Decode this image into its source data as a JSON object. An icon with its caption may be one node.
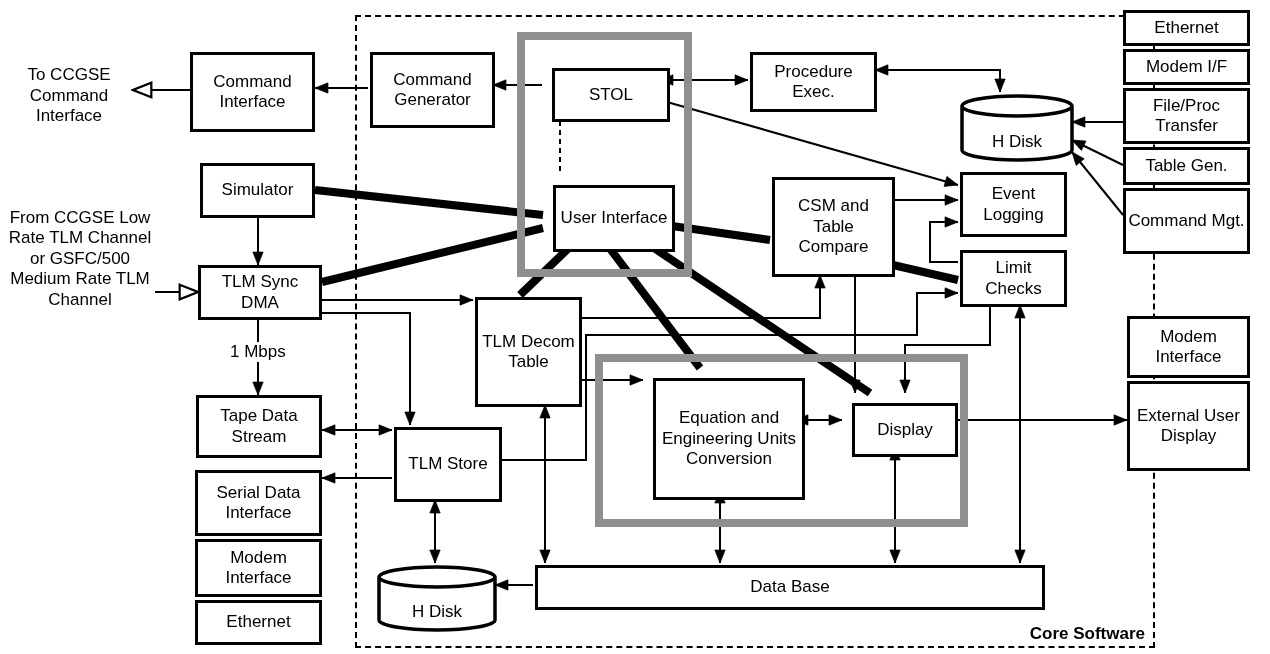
{
  "diagram": {
    "nodes": [
      {
        "text": [
          "Core Software"
        ]
      },
      {
        "text": [
          "To CCGSE Command Interface"
        ]
      },
      {
        "text": [
          "Command Interface"
        ]
      },
      {
        "text": [
          "Command Generator"
        ],
        "in": 0
      },
      {
        "text": [],
        "shape": "box",
        "in": 0
      },
      {
        "text": [
          "STOL"
        ],
        "in": 4
      },
      {
        "text": [
          "User Interface"
        ],
        "in": 4
      },
      {
        "text": [
          "Procedure Exec."
        ],
        "in": 0
      },
      {
        "text": [
          "H Disk"
        ],
        "in": 0
      },
      {
        "text": [
          "Ethernet"
        ]
      },
      {
        "text": [
          "Modem I/F"
        ]
      },
      {
        "text": [
          "File/Proc Transfer"
        ]
      },
      {
        "text": [
          "Table Gen."
        ]
      },
      {
        "text": [
          "Command Mgt."
        ]
      },
      {
        "text": [
          "Simulator"
        ]
      },
      {
        "text": [
          "From CCGSE Low Rate TLM Channel or GSFC/500 Medium Rate TLM Channel"
        ]
      },
      {
        "text": [
          "TLM Sync DMA"
        ]
      },
      {
        "text": [
          "CSM and Table Compare"
        ],
        "in": 0
      },
      {
        "text": [
          "Event Logging"
        ],
        "in": 0
      },
      {
        "text": [
          "Limit Checks"
        ],
        "in": 0
      },
      {
        "text": [
          "TLM Decom Table"
        ],
        "in": 0
      },
      {
        "text": [
          "Tape Data Stream"
        ]
      },
      {
        "text": [
          "TLM Store"
        ],
        "in": 0
      },
      {
        "text": [],
        "shape": "box",
        "in": 0
      },
      {
        "text": [
          "Equation and Engineering Units Conversion"
        ],
        "in": 23
      },
      {
        "text": [
          "Display"
        ],
        "in": 23
      },
      {
        "text": [
          "Modem Interface"
        ]
      },
      {
        "text": [
          "External User Display"
        ]
      },
      {
        "text": [
          "Serial Data Interface"
        ]
      },
      {
        "text": [
          "Modem Interface"
        ]
      },
      {
        "text": [
          "Ethernet"
        ]
      },
      {
        "text": [
          "H Disk"
        ],
        "in": 0
      },
      {
        "text": [
          "Data Base"
        ],
        "in": 0
      }
    ],
    "edges": [
      {
        "from": 3,
        "to": 2,
        "arrow": "to"
      },
      {
        "from": 2,
        "to": 1,
        "arrow": "to"
      },
      {
        "from": 5,
        "to": 3,
        "arrow": "to"
      },
      {
        "from": 5,
        "to": 7,
        "arrow": "both"
      },
      {
        "from": 5,
        "to": 6,
        "arrow": "none",
        "style": "dashed"
      },
      {
        "from": 7,
        "to": 8,
        "arrow": "both"
      },
      {
        "from": 5,
        "to": 18,
        "arrow": "to"
      },
      {
        "from": 11,
        "to": 8,
        "arrow": "to"
      },
      {
        "from": 12,
        "to": 8,
        "arrow": "to"
      },
      {
        "from": 13,
        "to": 8,
        "arrow": "to"
      },
      {
        "from": 14,
        "to": 6,
        "arrow": "none",
        "style": "thick"
      },
      {
        "from": 14,
        "to": 16,
        "arrow": "to"
      },
      {
        "from": 15,
        "to": 16,
        "arrow": "to"
      },
      {
        "from": 16,
        "to": 6,
        "arrow": "none",
        "style": "thick"
      },
      {
        "from": 6,
        "to": 20,
        "arrow": "none",
        "style": "thick"
      },
      {
        "from": 6,
        "to": 24,
        "arrow": "none",
        "style": "thick"
      },
      {
        "from": 6,
        "to": 25,
        "arrow": "none",
        "style": "thick"
      },
      {
        "from": 6,
        "to": 17,
        "arrow": "none",
        "style": "thick"
      },
      {
        "from": 17,
        "to": 18,
        "arrow": "to"
      },
      {
        "from": 19,
        "to": 18,
        "arrow": "to"
      },
      {
        "from": 17,
        "to": 19,
        "arrow": "none",
        "style": "thick"
      },
      {
        "from": 16,
        "to": 20,
        "arrow": "to"
      },
      {
        "from": 16,
        "to": 22,
        "arrow": "to"
      },
      {
        "from": 16,
        "to": 21,
        "arrow": "to",
        "label": "1 Mbps"
      },
      {
        "from": 21,
        "to": 22,
        "arrow": "both"
      },
      {
        "from": 22,
        "to": 28,
        "arrow": "to"
      },
      {
        "from": 22,
        "to": 31,
        "arrow": "both"
      },
      {
        "from": 20,
        "to": 17,
        "arrow": "to"
      },
      {
        "from": 22,
        "to": 19,
        "arrow": "to"
      },
      {
        "from": 20,
        "to": 24,
        "arrow": "to"
      },
      {
        "from": 17,
        "to": 25,
        "arrow": "to"
      },
      {
        "from": 19,
        "to": 25,
        "arrow": "to"
      },
      {
        "from": 19,
        "to": 32,
        "arrow": "both"
      },
      {
        "from": 24,
        "to": 25,
        "arrow": "both"
      },
      {
        "from": 20,
        "to": 32,
        "arrow": "both"
      },
      {
        "from": 24,
        "to": 32,
        "arrow": "both"
      },
      {
        "from": 25,
        "to": 32,
        "arrow": "both"
      },
      {
        "from": 32,
        "to": 31,
        "arrow": "to"
      },
      {
        "from": 25,
        "to": 27,
        "arrow": "to"
      }
    ]
  }
}
